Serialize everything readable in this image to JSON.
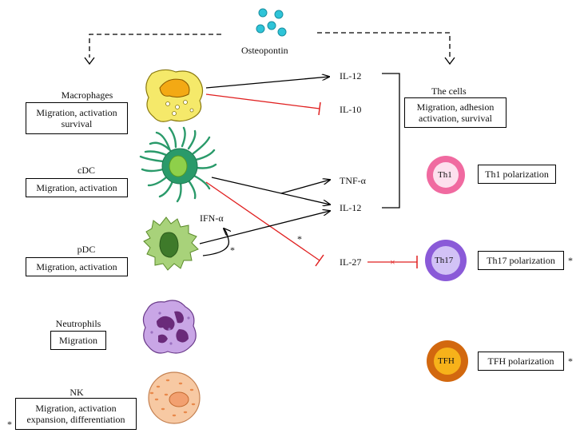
{
  "osteopontin": {
    "label": "Osteopontin"
  },
  "immune_cells": {
    "macrophages": {
      "name": "Macrophages",
      "box_line1": "Migration, activation",
      "box_line2": "survival"
    },
    "cdc": {
      "name": "cDC",
      "box_line1": "Migration, activation"
    },
    "pdc": {
      "name": "pDC",
      "box_line1": "Migration, activation"
    },
    "neutrophils": {
      "name": "Neutrophils",
      "box_line1": "Migration"
    },
    "nk": {
      "name": "NK",
      "box_line1": "Migration, activation",
      "box_line2": "expansion, differentiation",
      "asterisk": "*"
    }
  },
  "cytokines": {
    "il12_top": "IL-12",
    "il10": "IL-10",
    "tnf": "TNF-α",
    "il12_mid": "IL-12",
    "il27": "IL-27",
    "ifn": "IFN-α"
  },
  "marks": {
    "star_pdc": "*",
    "star_cdc": "*",
    "cross": "×"
  },
  "t_cells": {
    "header": "The cells",
    "box_line1": "Migration, adhesion",
    "box_line2": "activation, survival",
    "th1": {
      "label": "Th1",
      "polarization": "Th1 polarization"
    },
    "th17": {
      "label": "Th17",
      "polarization": "Th17 polarization",
      "asterisk": "*"
    },
    "tfh": {
      "label": "TFH",
      "polarization": "TFH polarization",
      "asterisk": "*"
    }
  },
  "colors": {
    "activation_arrow": "#000000",
    "inhibition": "#e02020",
    "osteopontin_dots": "#2ec4d8",
    "macrophage": "#f5e96a",
    "cdc": "#2a9a6a",
    "pdc": "#a8d27a",
    "neutrophil": "#c9a6e6",
    "nk": "#f7c9a3",
    "th1": "#f06aa0",
    "th17": "#8a5ad8",
    "tfh": "#d2680f"
  }
}
